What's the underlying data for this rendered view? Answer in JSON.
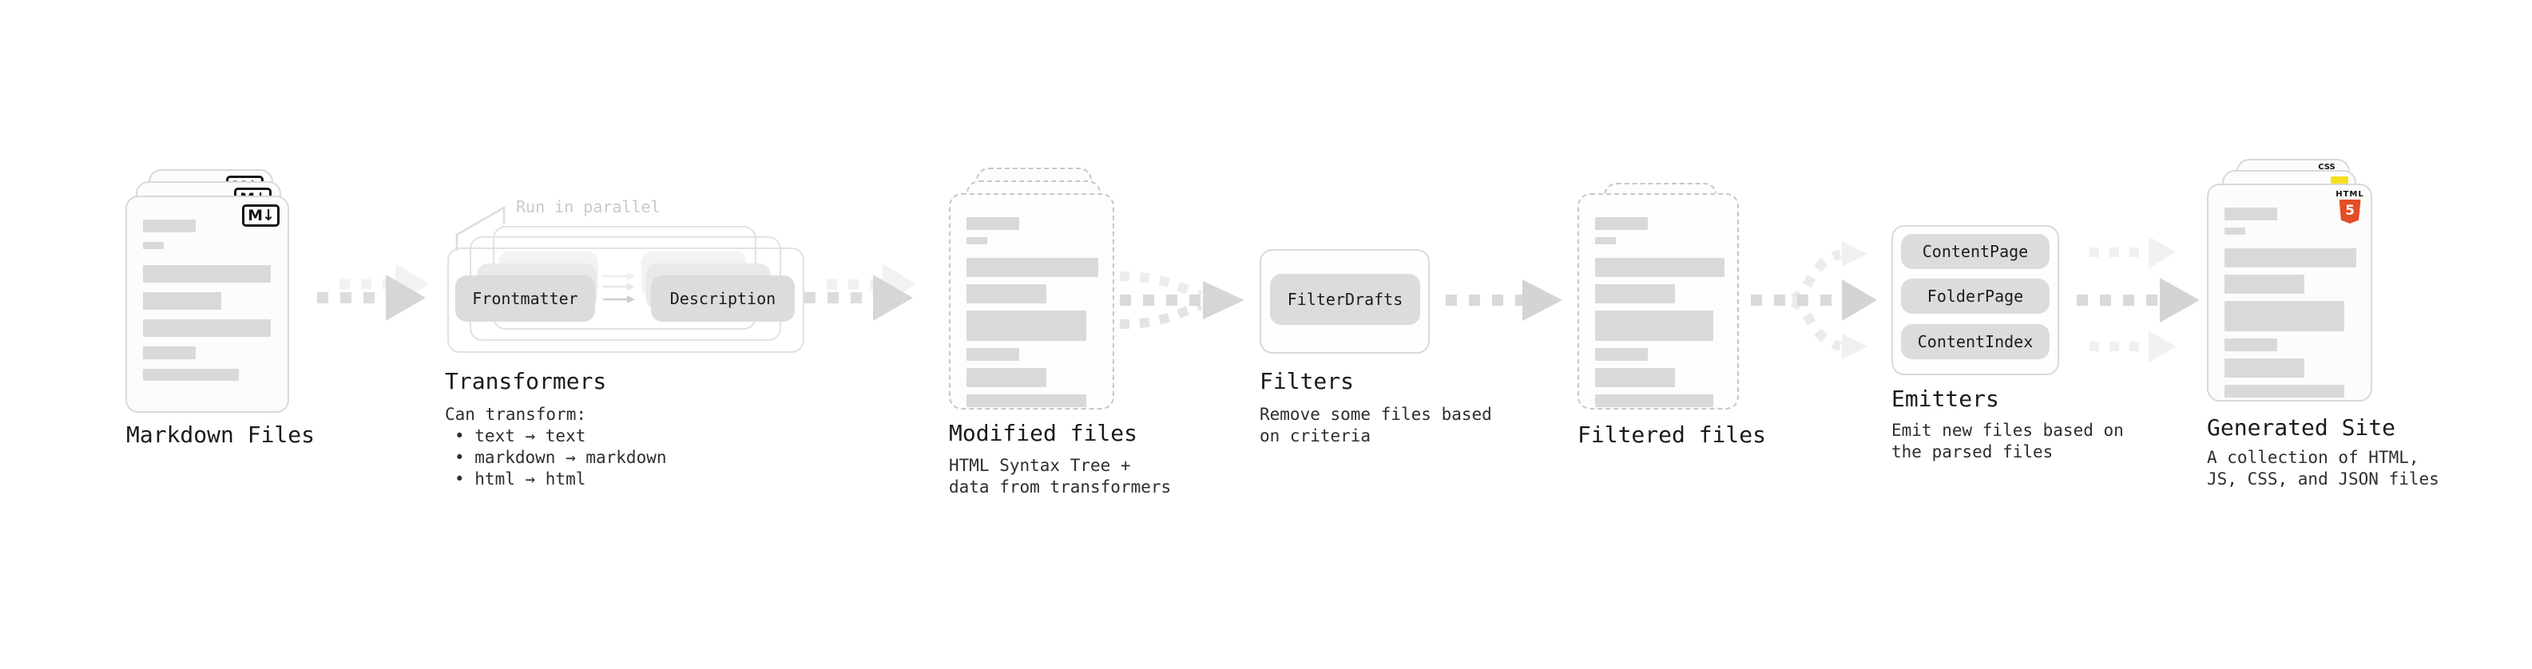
{
  "diagram": {
    "markdown_files": {
      "heading": "Markdown Files",
      "badge": "M↓"
    },
    "transformers": {
      "heading": "Transformers",
      "note": "Run in parallel",
      "pill_left": "Frontmatter",
      "pill_right": "Description",
      "desc_title": "Can transform:",
      "bullets": [
        "• text → text",
        "• markdown → markdown",
        "• html → html"
      ]
    },
    "modified_files": {
      "heading": "Modified files",
      "desc_line1": "HTML Syntax Tree +",
      "desc_line2": "data from transformers"
    },
    "filters": {
      "heading": "Filters",
      "pill": "FilterDrafts",
      "desc_line1": "Remove some files based",
      "desc_line2": "on criteria"
    },
    "filtered_files": {
      "heading": "Filtered files"
    },
    "emitters": {
      "heading": "Emitters",
      "pills": [
        "ContentPage",
        "FolderPage",
        "ContentIndex"
      ],
      "desc_line1": "Emit new files based on",
      "desc_line2": "the parsed files"
    },
    "generated_site": {
      "heading": "Generated Site",
      "desc_line1": "A collection of HTML,",
      "desc_line2": "JS, CSS, and JSON files",
      "badge_css": "CSS",
      "badge_html_label": "HTML",
      "badge_html_number": "5"
    }
  },
  "colors": {
    "html5_orange": "#e44d26",
    "js_yellow": "#f7df1e",
    "css_blue": "#2062af"
  }
}
